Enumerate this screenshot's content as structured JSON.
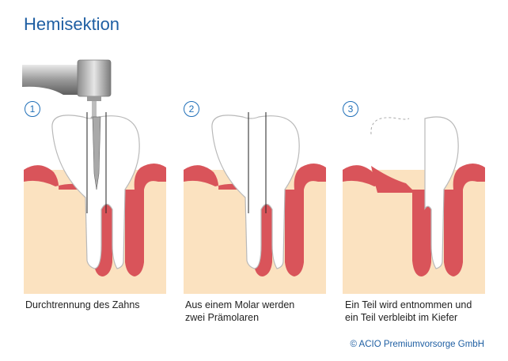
{
  "title": "Hemisektion",
  "steps": [
    {
      "number": "1",
      "caption_line1": "Durchtrennung des Zahns",
      "caption_line2": ""
    },
    {
      "number": "2",
      "caption_line1": "Aus einem Molar werden",
      "caption_line2": "zwei Prämolaren"
    },
    {
      "number": "3",
      "caption_line1": "Ein Teil wird entnommen und",
      "caption_line2": "ein Teil verbleibt im Kiefer"
    }
  ],
  "credit": "© ACIO Premiumvorsorge GmbH",
  "colors": {
    "title": "#1f5fa3",
    "bone": "#fbe2c0",
    "gum": "#d9545a",
    "tooth": "#ffffff",
    "outline": "#b9b9b9"
  }
}
